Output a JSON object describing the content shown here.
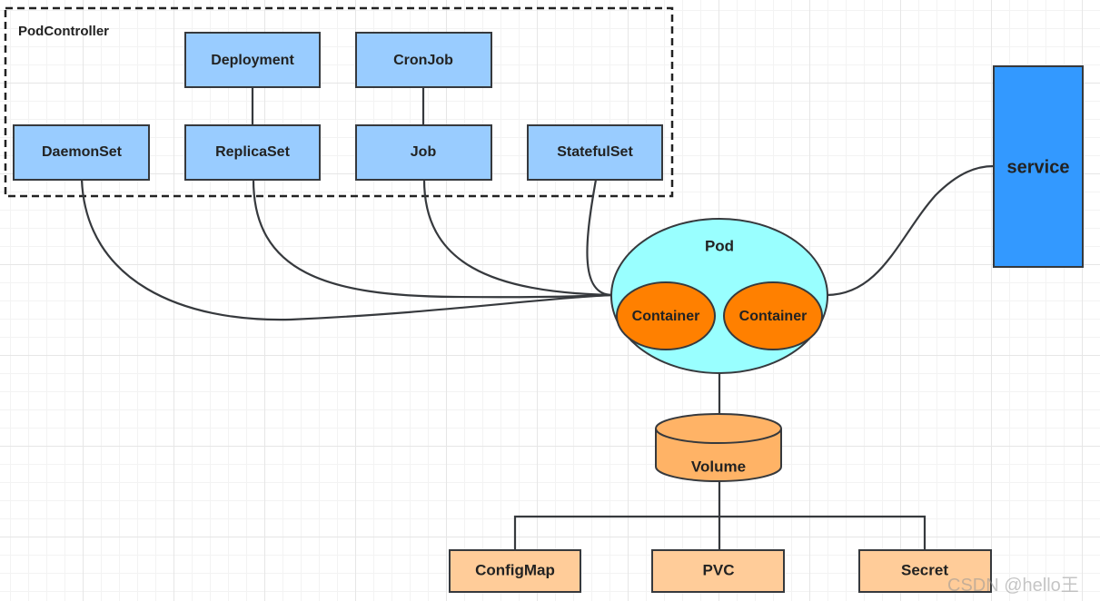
{
  "group": {
    "label": "PodController"
  },
  "controllers": {
    "deployment": "Deployment",
    "cronjob": "CronJob",
    "daemonset": "DaemonSet",
    "replicaset": "ReplicaSet",
    "job": "Job",
    "statefulset": "StatefulSet"
  },
  "pod": {
    "label": "Pod",
    "container_1": "Container",
    "container_2": "Container"
  },
  "service": {
    "label": "service"
  },
  "volume": {
    "label": "Volume"
  },
  "storage": {
    "configmap": "ConfigMap",
    "pvc": "PVC",
    "secret": "Secret"
  },
  "watermark": "CSDN @hello王",
  "colors": {
    "controller_fill": "#99ccff",
    "pod_fill": "#99ffff",
    "container_fill": "#ff8000",
    "service_fill": "#3399ff",
    "volume_fill": "#ffb366",
    "storage_fill": "#ffcc99",
    "stroke": "#36393d"
  }
}
